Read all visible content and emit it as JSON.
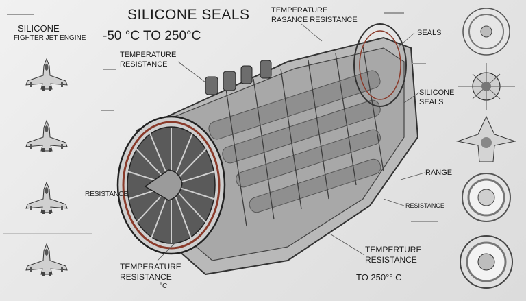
{
  "header": {
    "title": "SILICONE SEALS",
    "range": "-50 °C TO 250°C"
  },
  "left_panel": {
    "heading": "SILICONE",
    "subheading": "FIGHTER JET ENGINE",
    "jet_count": 4
  },
  "callouts": {
    "temp_resistance_top": "TEMPERATURE RESISTANCE",
    "temp_rasance": "TEMPERATURE RASANCE RESISTANCE",
    "seals": "SEALS",
    "silicone_seals": "SILICONE SEALS",
    "range": "RANGE",
    "resistance_left": "RESISTANCE",
    "resistance_right": "RESISTANCE",
    "temperture_right": "TEMPERTURE RESISTANCE",
    "to_range": "TO 250°° C",
    "temperature_bottom": "TEMPERATURE RESISTANCE",
    "deg_c": "°C"
  },
  "colors": {
    "background": "#e9e9e9",
    "metal": "#9c9c9c",
    "dark_metal": "#4a4a4a",
    "seal_ring": "#8a3a2a"
  }
}
